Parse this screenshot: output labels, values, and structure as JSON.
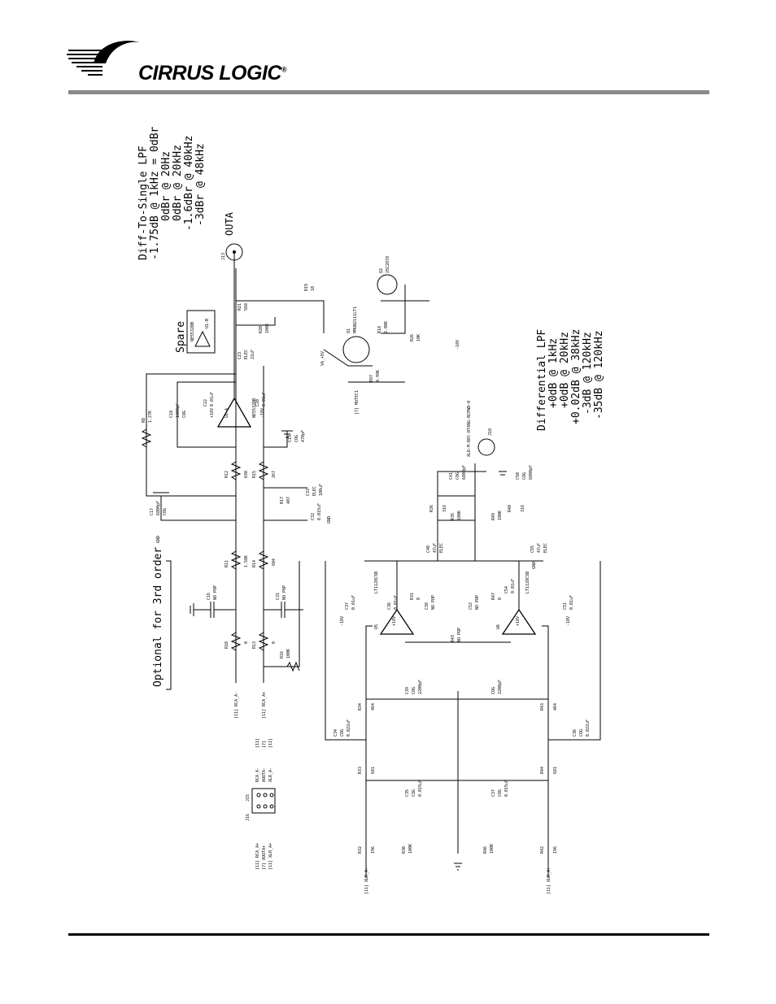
{
  "brand": {
    "name": "CIRRUS LOGIC",
    "reg": "®"
  },
  "notes": {
    "diff_to_single": [
      "Diff-To-Single LPF",
      "-1.75dB @ 1kHz = 0dBr",
      "0dBr @ 20Hz",
      "0dBr @ 20kHz",
      "-1.6dBr @ 40kHz",
      "-3dBr @ 48kHz"
    ],
    "differential": [
      "Differential LPF",
      "+0dB @ 1kHz",
      "+0dB @ 20kHz",
      "+0.02dB @ 38kHz",
      "-3dB @ 120kHz",
      "-35dB @ 120kHz"
    ],
    "optional": "Optional for 3rd order",
    "spare": "Spare"
  },
  "net_labels": {
    "outa": "OUTA",
    "rca_a_minus": "[11] RCA_A-",
    "rca_a_plus": "[11] RCA_A+",
    "xlr_a_minus": "[11] XLR_A-",
    "xlr_a_plus": "[11] XLR_A+",
    "mute": "[7] MUTEC1",
    "xlr_conn": "XLR-M-REC-RTANG-NCPWD-H",
    "va": "VA_+5V",
    "gnd": "GND",
    "p18": "+18V",
    "m18": "-18V",
    "nopop": "NO POP"
  },
  "header_block": {
    "j15": "J15",
    "j16": "J16",
    "left": [
      "[11] RCA_A+",
      "[7] AOUTA+",
      "[11] XLR_A+"
    ],
    "mid": [
      "RCA_A-",
      "AOUTA-",
      "XLR_A-"
    ],
    "right": [
      "[11]",
      "[7]",
      "[11]"
    ]
  },
  "components": {
    "R10": [
      "R10",
      "0"
    ],
    "R11": [
      "R11",
      "1.58K"
    ],
    "R12": [
      "R12",
      "698"
    ],
    "R13": [
      "R13",
      "0"
    ],
    "R14": [
      "R14",
      "604"
    ],
    "R15": [
      "R15",
      "267"
    ],
    "R16": [
      "R16",
      "100K"
    ],
    "R17": [
      "R17",
      "487"
    ],
    "R8": [
      "R8",
      "1.27K"
    ],
    "R21": [
      "R21",
      "560"
    ],
    "R20": [
      "R20",
      "100K"
    ],
    "R19": [
      "R19",
      "10"
    ],
    "R18": [
      "R18",
      "2.00K"
    ],
    "R26": [
      "R26",
      "10K"
    ],
    "R97": [
      "R97",
      "4.99K"
    ],
    "R32": [
      "R32",
      "196"
    ],
    "R33": [
      "R33",
      "681"
    ],
    "R34": [
      "R34",
      "464"
    ],
    "R30": [
      "R30",
      "100K"
    ],
    "R42": [
      "R42",
      "196"
    ],
    "R44": [
      "R44",
      "681"
    ],
    "R43b": [
      "R43",
      "464"
    ],
    "R46": [
      "R46",
      "100K"
    ],
    "R43": [
      "R43",
      "NO POP"
    ],
    "R31": [
      "R31",
      "0"
    ],
    "R47": [
      "R47",
      "0"
    ],
    "R36": [
      "R36",
      "316"
    ],
    "R35": [
      "R35",
      "100K"
    ],
    "R49": [
      "R49",
      "100K"
    ],
    "R48": [
      "R48",
      "316"
    ],
    "C16": [
      "C16",
      "NO POP"
    ],
    "C31": [
      "C31",
      "NO POP"
    ],
    "C17": [
      "C17",
      "6800pF",
      "COG"
    ],
    "C18": [
      "C18",
      "1800pF",
      "COG"
    ],
    "C22": [
      "C22",
      "0.01uF"
    ],
    "C20": [
      "C20",
      "0.01uF"
    ],
    "C19": [
      "C19",
      "COG",
      "470pF"
    ],
    "C32": [
      "C32",
      "0.015uF"
    ],
    "C33": [
      "C33",
      "ELEC",
      "100uF"
    ],
    "C23": [
      "C23",
      "ELEC",
      "22uF"
    ],
    "C34": [
      "C34",
      "COG",
      "0.022uF"
    ],
    "C35": [
      "C35",
      "COG",
      "0.015uF"
    ],
    "C39": [
      "C39",
      "COG",
      "2200pF"
    ],
    "C36": [
      "C36",
      "COG",
      "0.022uF"
    ],
    "C37": [
      "C37",
      "COG",
      "0.015uF"
    ],
    "C38b": [
      "COG",
      "2200pF"
    ],
    "C27": [
      "C37",
      "0.01uF"
    ],
    "C26": [
      "C36",
      "0.01uF"
    ],
    "C38": [
      "C38",
      "NO POP"
    ],
    "C52": [
      "C52",
      "NO POP"
    ],
    "C54": [
      "C54",
      "0.01uF"
    ],
    "C51": [
      "C51",
      "0.01uF"
    ],
    "C40": [
      "C40",
      "47uF",
      "ELEC"
    ],
    "C55": [
      "C55",
      "47uF",
      "ELEC"
    ],
    "C41": [
      "C41",
      "COG",
      "6800pF"
    ],
    "C50": [
      "C50",
      "COG",
      "6800pF"
    ],
    "U1A": [
      "U1-A",
      "NE5532DB"
    ],
    "U1B": [
      "U1-B",
      "NE5532DB"
    ],
    "U5": [
      "U5",
      "LT1128CSB"
    ],
    "U6": [
      "U6",
      "LT1128CSB"
    ],
    "Q1": [
      "Q1",
      "MMUN2111LT1"
    ],
    "Q2": [
      "Q2",
      "2SC2878"
    ],
    "J13": [
      "J13"
    ],
    "J18": [
      "J18"
    ]
  }
}
